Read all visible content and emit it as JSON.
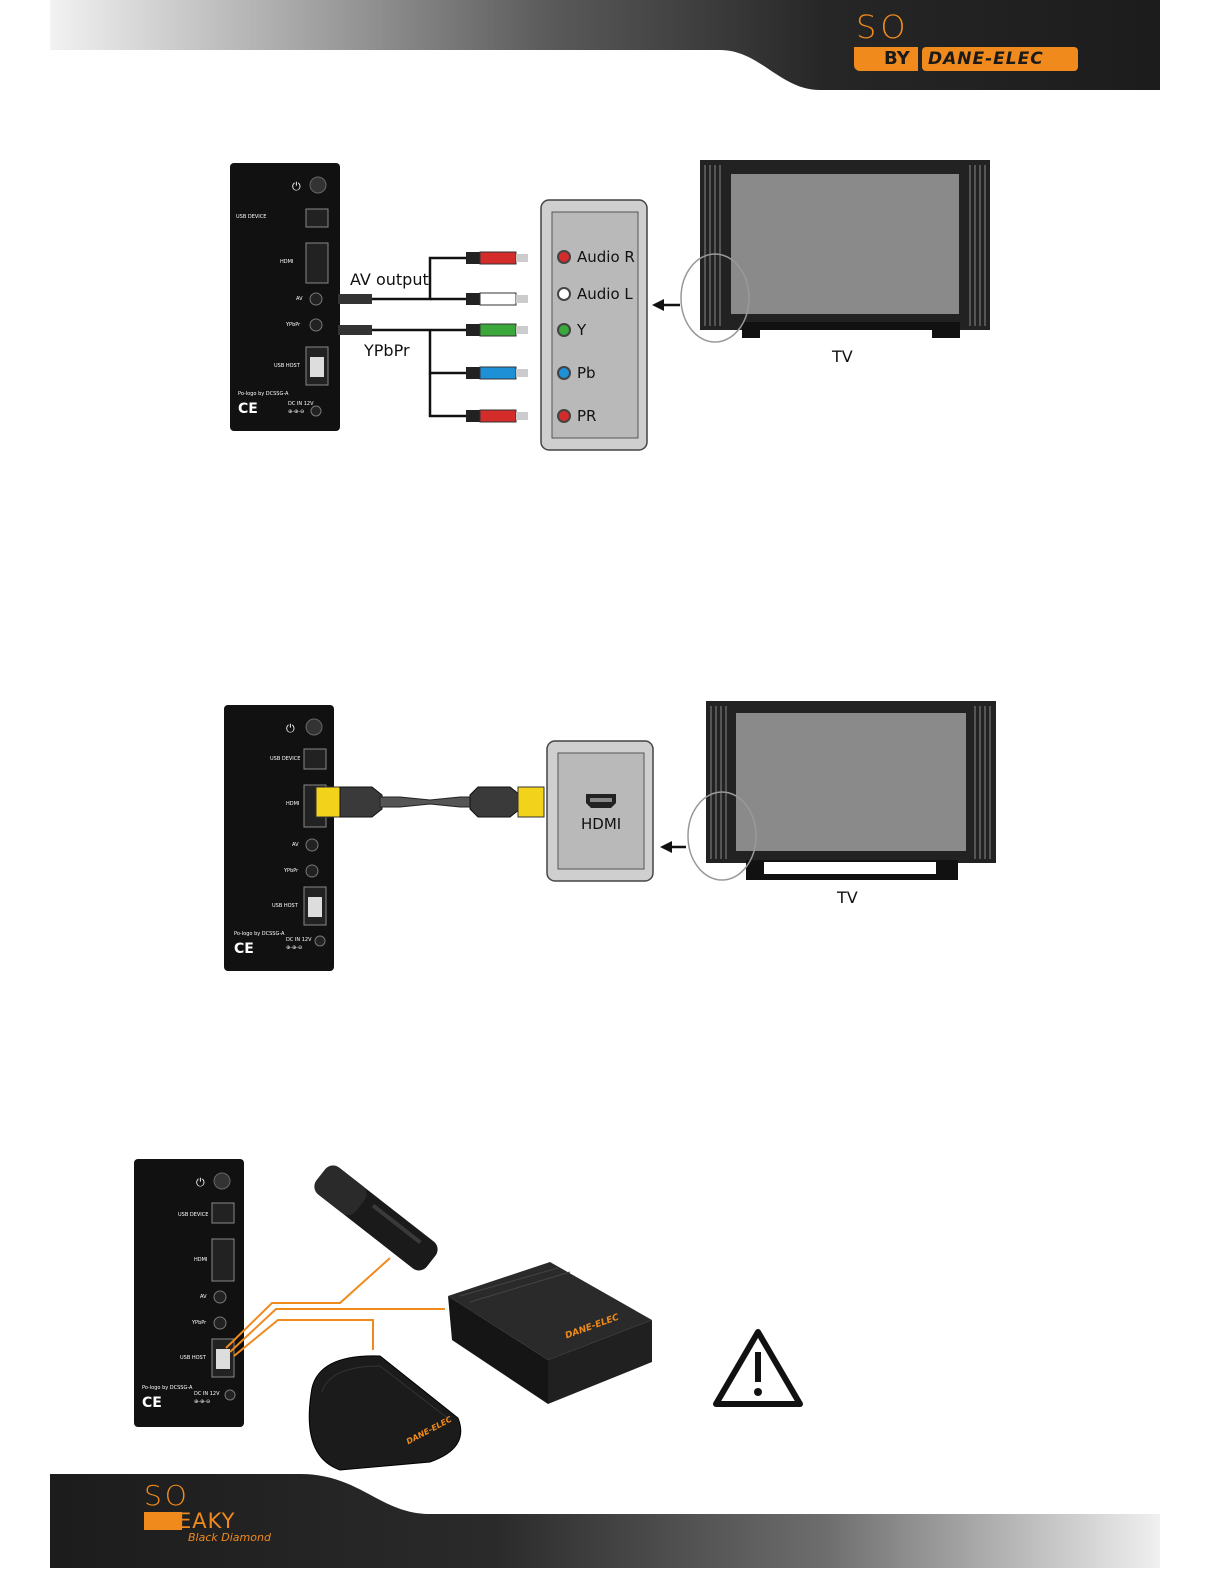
{
  "header": {
    "logo_top": "SO",
    "logo_by": "BY",
    "logo_brand": "DANE-ELEC"
  },
  "device": {
    "ports": [
      "USB DEVICE",
      "HDMI",
      "AV",
      "YPbPr",
      "USB HOST"
    ],
    "model_text": "Po-logo by DCSSG-A",
    "dc_text": "DC IN 12V",
    "dc_sub": "⊕-⊕-⊖",
    "ce_mark": "CE"
  },
  "diagram_av": {
    "cable_label_av": "AV output",
    "cable_label_ypbpr": "YPbPr",
    "tv_inputs": [
      {
        "label": "Audio R",
        "color": "#d42b2b"
      },
      {
        "label": "Audio L",
        "color": "#ffffff"
      },
      {
        "label": "Y",
        "color": "#3aa83a"
      },
      {
        "label": "Pb",
        "color": "#1e90d6"
      },
      {
        "label": "PR",
        "color": "#d42b2b"
      }
    ],
    "tv_label": "TV"
  },
  "diagram_hdmi": {
    "port_label": "HDMI",
    "tv_label": "TV"
  },
  "diagram_usb": {
    "hdd_brand": "DANE-ELEC",
    "portable_brand": "DANE-ELEC"
  },
  "footer": {
    "logo_so": "SO",
    "logo_speaky": "SPEAKY",
    "logo_sub": "Black Diamond"
  },
  "colors": {
    "brand_orange": "#f08a1c",
    "dark": "#1b1b1b",
    "panel_gray": "#bdbdbd",
    "tv_screen": "#8a8a8a"
  }
}
